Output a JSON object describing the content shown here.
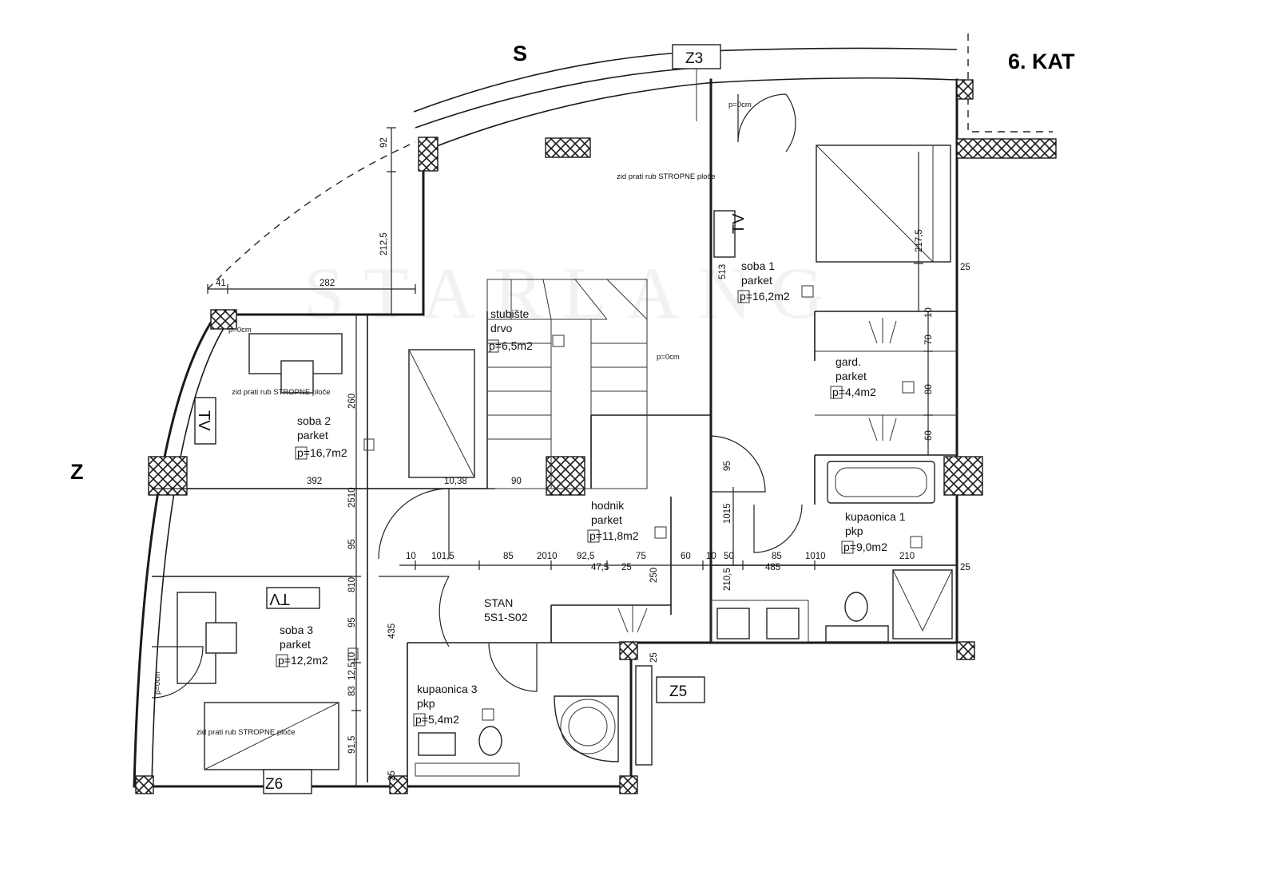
{
  "orientation": {
    "north": "S",
    "west": "Z"
  },
  "floor_label": "6. KAT",
  "watermark": "STARLANG",
  "apartment": {
    "title": "STAN",
    "code": "5S1-S02"
  },
  "rooms": [
    {
      "name": "soba 1",
      "floor": "parket",
      "area": "p=16,2m2"
    },
    {
      "name": "soba 2",
      "floor": "parket",
      "area": "p=16,7m2"
    },
    {
      "name": "soba 3",
      "floor": "parket",
      "area": "p=12,2m2"
    },
    {
      "name": "stubište",
      "floor": "drvo",
      "area": "p=6,5m2"
    },
    {
      "name": "hodnik",
      "floor": "parket",
      "area": "p=11,8m2"
    },
    {
      "name": "gard.",
      "floor": "parket",
      "area": "p=4,4m2"
    },
    {
      "name": "kupaonica 1",
      "floor": "pkp",
      "area": "p=9,0m2"
    },
    {
      "name": "kupaonica 3",
      "floor": "pkp",
      "area": "p=5,4m2"
    }
  ],
  "tags": {
    "z3": "Z3",
    "z5": "Z5",
    "z6": "Z6"
  },
  "tv_label": "TV",
  "notes": {
    "ceiling_edge": "zid prati rub STROPNE ploče",
    "level": "p=0cm"
  },
  "dims": {
    "d41": "41",
    "d282": "282",
    "d92": "92",
    "d2125": "212,5",
    "d260": "260",
    "d392": "392",
    "d1038": "10,38",
    "d10": "10",
    "d90": "90",
    "d2510": "2510",
    "d95": "95",
    "d1015": "1015",
    "d1015b": "10",
    "d1015c": "101,5",
    "d85": "85",
    "d2010": "2010",
    "d925": "92,5",
    "d475": "47,5",
    "d25": "25",
    "d75": "75",
    "d60": "60",
    "d1010": "10",
    "d50": "50",
    "d485": "485",
    "d1010b": "1010",
    "d210": "210",
    "d2105": "210,5",
    "d250": "250",
    "d435": "435",
    "d810": "810",
    "d8310": "12,510",
    "d83": "83",
    "d915": "91,5",
    "d513": "513",
    "d2175": "217,5",
    "d70": "70",
    "d80": "80",
    "d60b": "60",
    "d2": "25",
    "d1017": "10"
  }
}
